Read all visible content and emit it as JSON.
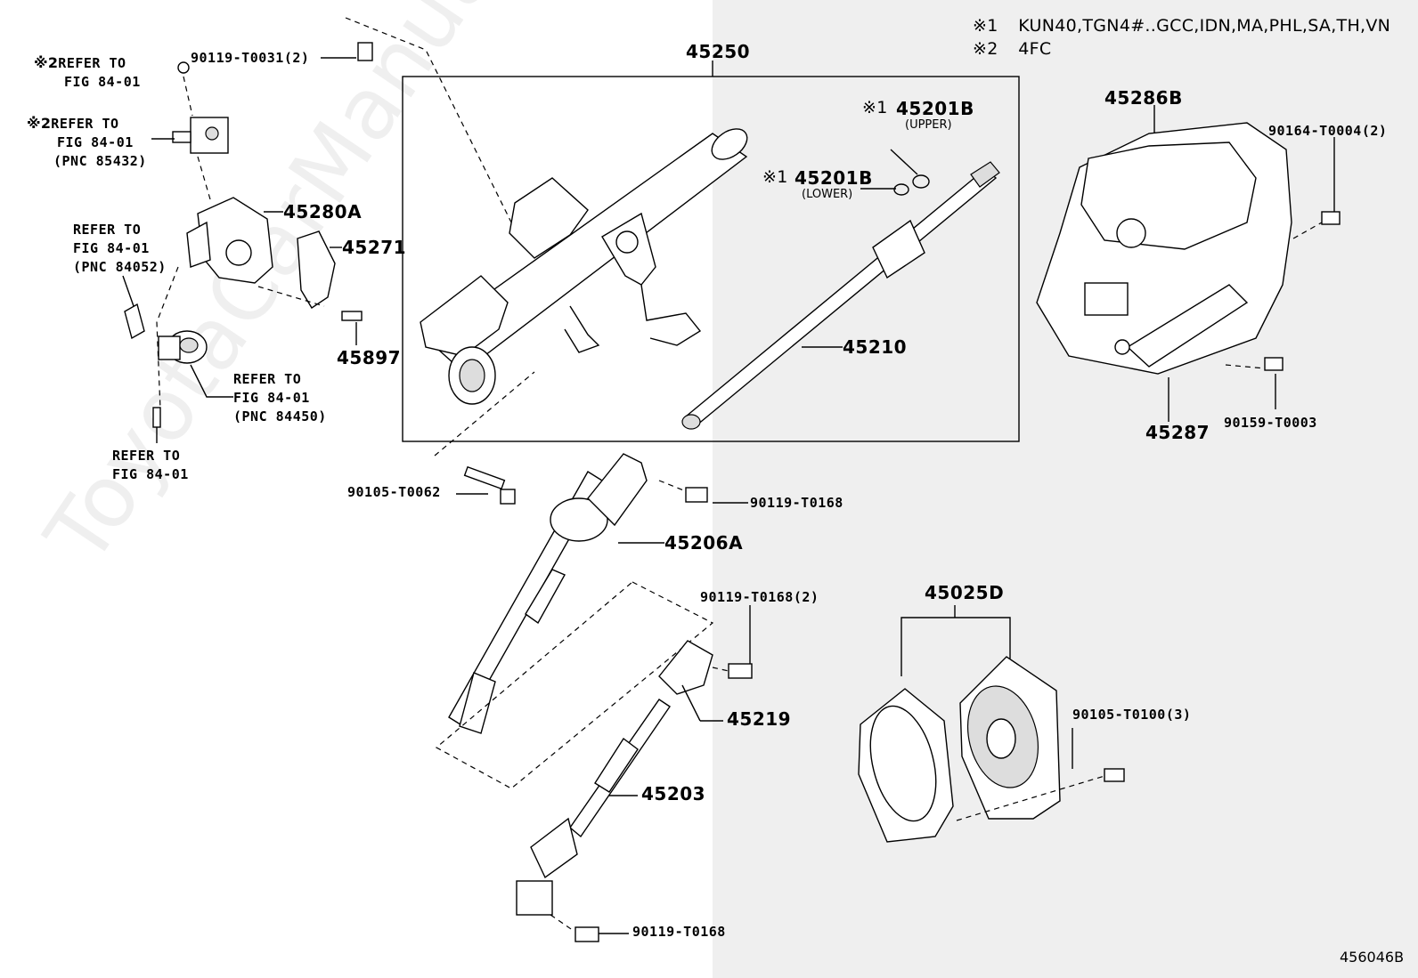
{
  "watermark": "ToyotaCarManual.ru",
  "notes": [
    {
      "mark": "※1",
      "text": "KUN40,TGN4#..GCC,IDN,MA,PHL,SA,TH,VN"
    },
    {
      "mark": "※2",
      "text": "4FC"
    }
  ],
  "diagram_code": "456046B",
  "labels": {
    "assy_45250": "45250",
    "p_45201b_upper": "45201B",
    "upper": "(UPPER)",
    "p_45201b_lower": "45201B",
    "lower": "(LOWER)",
    "mark1_upper": "※1",
    "mark1_lower": "※1",
    "p_45210": "45210",
    "p_45280a": "45280A",
    "p_45271": "45271",
    "p_45897": "45897",
    "p_45286b": "45286B",
    "p_45287": "45287",
    "bolt_90164": "90164-T0004(2)",
    "bolt_90159": "90159-T0003",
    "bolt_90119_t0031": "90119-T0031(2)",
    "bolt_90105_t0062": "90105-T0062",
    "bolt_90119_t0168_a": "90119-T0168",
    "p_45206a": "45206A",
    "bolt_90119_t0168_2": "90119-T0168(2)",
    "p_45219": "45219",
    "p_45203": "45203",
    "bolt_90119_t0168_b": "90119-T0168",
    "p_45025d": "45025D",
    "bolt_90105_t0100": "90105-T0100(3)"
  },
  "refs": {
    "ref1": {
      "mark": "※2",
      "line1": "REFER TO",
      "line2": "FIG 84-01"
    },
    "ref2": {
      "mark": "※2",
      "line1": "REFER TO",
      "line2": "FIG 84-01",
      "line3": "(PNC 85432)"
    },
    "ref3": {
      "line1": "REFER TO",
      "line2": "FIG 84-01",
      "line3": "(PNC 84052)"
    },
    "ref4": {
      "line1": "REFER TO",
      "line2": "FIG 84-01",
      "line3": "(PNC 84450)"
    },
    "ref5": {
      "line1": "REFER TO",
      "line2": "FIG 84-01"
    }
  }
}
